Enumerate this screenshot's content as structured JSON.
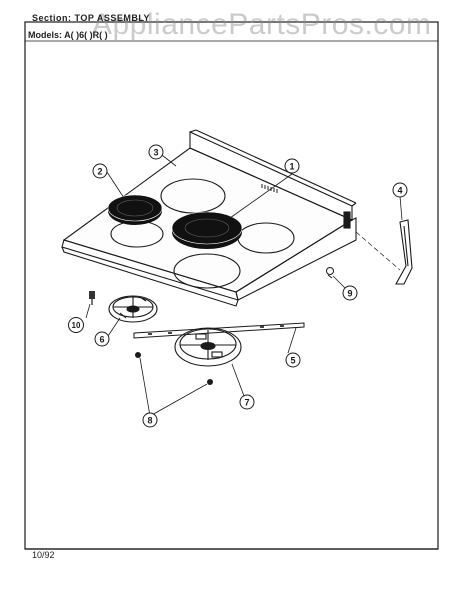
{
  "header": {
    "section_line": "Section: TOP ASSEMBLY",
    "model_line": "Models: A( )6( )R( )"
  },
  "watermark": "AppliancePartsPros.com",
  "footer": {
    "date": "10/92"
  },
  "callouts": [
    "1",
    "2",
    "3",
    "4",
    "5",
    "6",
    "7",
    "8",
    "9",
    "10"
  ],
  "colors": {
    "line": "#1a1a1a",
    "watermark": "#8c8c8c"
  }
}
